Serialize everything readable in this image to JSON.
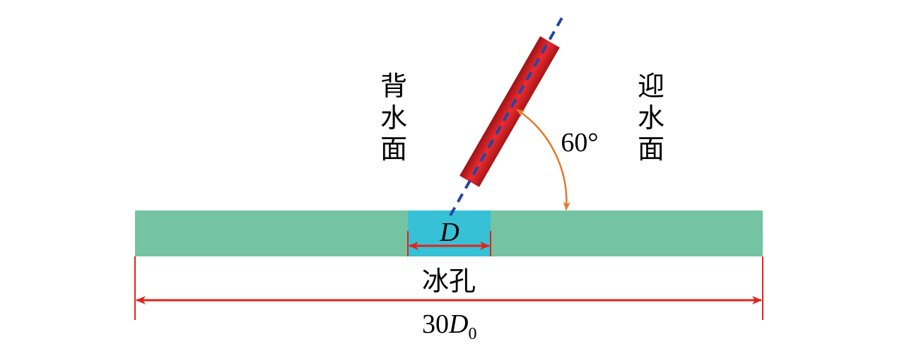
{
  "labels": {
    "back_water_face": [
      "背",
      "水",
      "面"
    ],
    "facing_water_face": [
      "迎",
      "水",
      "面"
    ],
    "angle": "60°",
    "hole_width_symbol": "D",
    "ice_hole": "冰孔",
    "total_width_number": "30",
    "total_width_symbol": "D",
    "total_width_subscript": "0"
  },
  "colors": {
    "ice": "#74c3a3",
    "hole": "#36c1d6",
    "pipe": "#c21a1e",
    "pipe_highlight": "#ee2b2f",
    "axis_line": "#2445a8",
    "angle_arc": "#e6772a",
    "dimension": "#e2231a"
  }
}
